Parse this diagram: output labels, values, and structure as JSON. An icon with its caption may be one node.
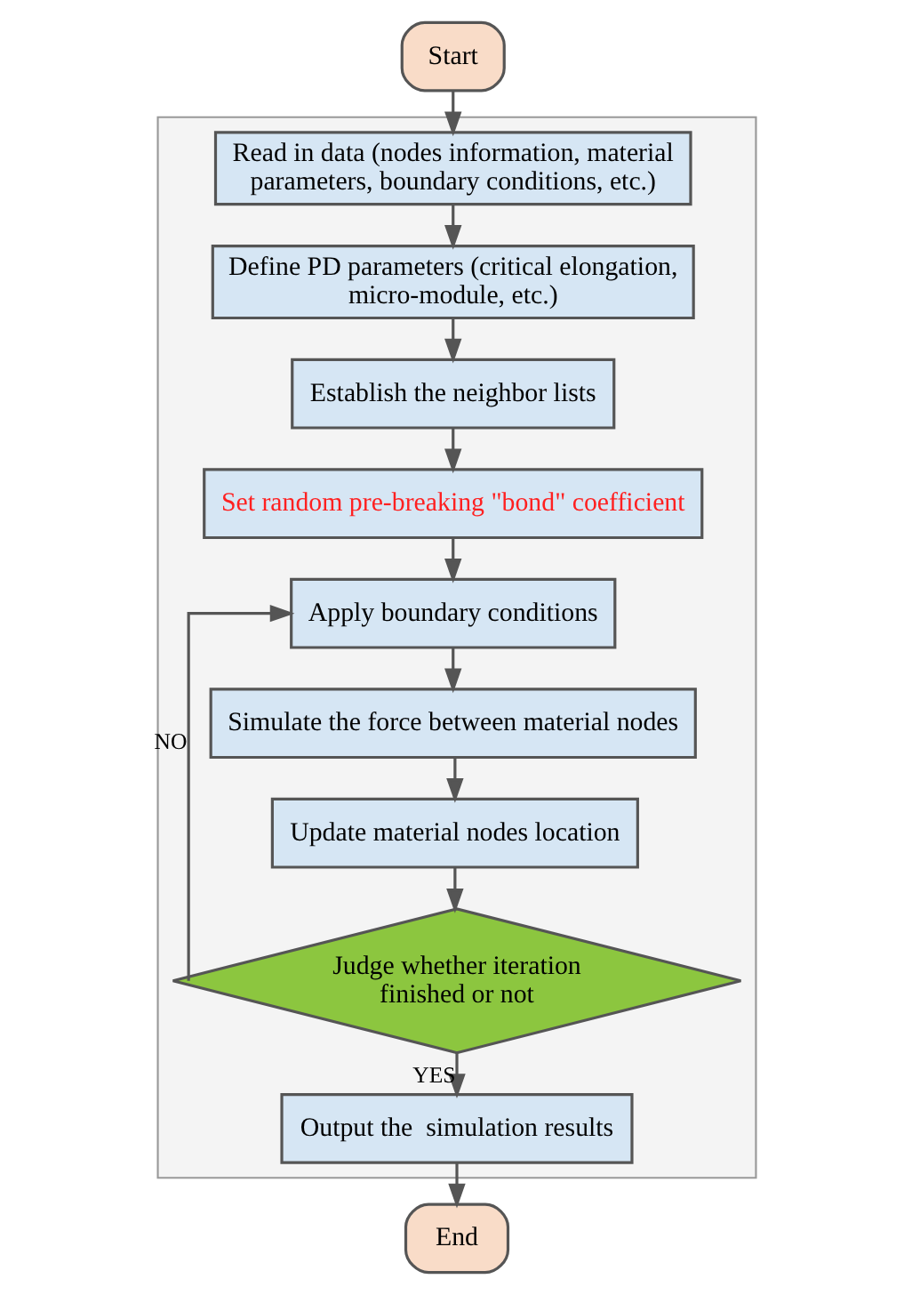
{
  "diagram": {
    "nodes": [
      {
        "text": [
          "Start"
        ]
      },
      {
        "text": [],
        "shape": "box"
      },
      {
        "text": [
          "Read in data (nodes information, material parameters, boundary conditions, etc.)"
        ],
        "in": 1
      },
      {
        "text": [
          "Define PD parameters (critical elongation, micro-module, etc.)"
        ],
        "in": 1
      },
      {
        "text": [
          "Establish the neighbor lists"
        ],
        "in": 1
      },
      {
        "text": [
          "Set random pre-breaking \"bond\" coefficient"
        ],
        "in": 1
      },
      {
        "text": [
          "Apply boundary conditions"
        ],
        "in": 1
      },
      {
        "text": [
          "Simulate the force between material nodes"
        ],
        "in": 1
      },
      {
        "text": [
          "Update material nodes location"
        ],
        "in": 1
      },
      {
        "text": [
          "Judge whether iteration finished or not"
        ],
        "in": 1
      },
      {
        "text": [
          "Output the  simulation results"
        ],
        "in": 1
      },
      {
        "text": [
          "End"
        ]
      }
    ],
    "edges": [
      {
        "from": 0,
        "to": 2,
        "arrow": "to"
      },
      {
        "from": 2,
        "to": 3,
        "arrow": "to"
      },
      {
        "from": 3,
        "to": 4,
        "arrow": "to"
      },
      {
        "from": 4,
        "to": 5,
        "arrow": "to"
      },
      {
        "from": 5,
        "to": 6,
        "arrow": "to"
      },
      {
        "from": 6,
        "to": 7,
        "arrow": "to"
      },
      {
        "from": 7,
        "to": 8,
        "arrow": "to"
      },
      {
        "from": 8,
        "to": 9,
        "arrow": "to"
      },
      {
        "from": 9,
        "to": 6,
        "arrow": "to",
        "label": "NO"
      },
      {
        "from": 9,
        "to": 10,
        "arrow": "to",
        "label": "YES"
      },
      {
        "from": 10,
        "to": 11,
        "arrow": "to"
      }
    ]
  }
}
